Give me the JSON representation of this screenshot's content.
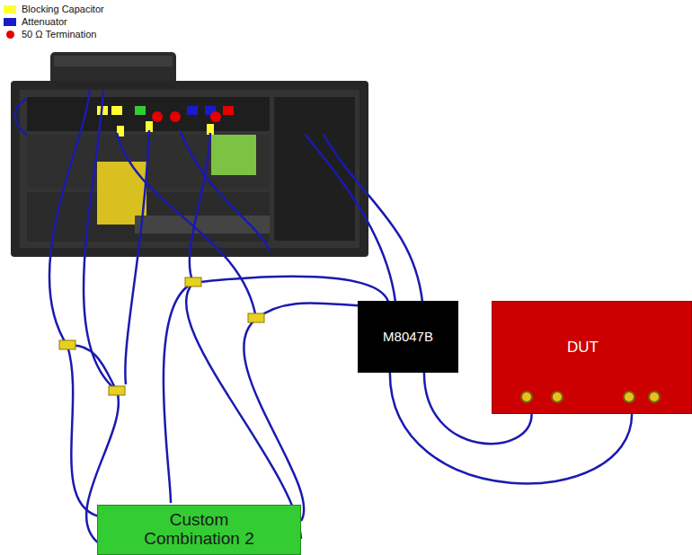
{
  "diagram": {
    "nodes": [
      {
        "text": [
          "M8047B"
        ]
      },
      {
        "text": [
          "DUT"
        ]
      },
      {
        "text": [
          "Custom Combination 2"
        ]
      }
    ],
    "edges": [
      {
        "from": 0,
        "to": 1,
        "arrow": "none"
      },
      {
        "from": 0,
        "to": 1,
        "arrow": "none"
      }
    ],
    "legend": [
      {
        "text": "Blocking Capacitor",
        "color": "#ffff33"
      },
      {
        "text": "Attenuator",
        "color": "#1a1acc"
      },
      {
        "text": "50 Ω Termination",
        "color": "#e60000"
      }
    ]
  }
}
